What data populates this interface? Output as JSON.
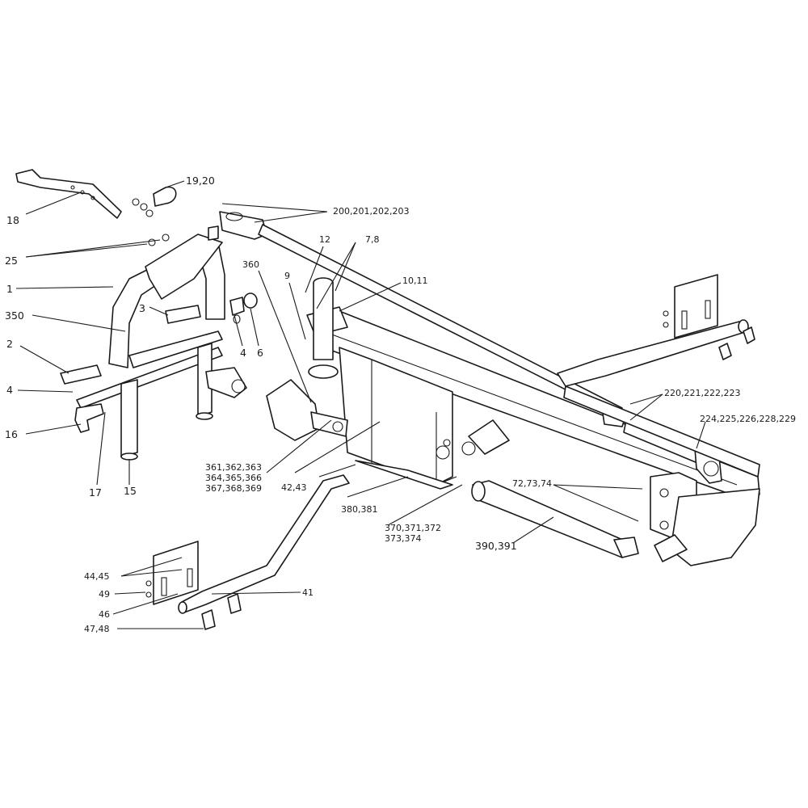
{
  "labels": {
    "l_19_20": "19,20",
    "l_18": "18",
    "l_25": "25",
    "l_1": "1",
    "l_350": "350",
    "l_3": "3",
    "l_2": "2",
    "l_4a": "4",
    "l_4b": "4",
    "l_6": "6",
    "l_16": "16",
    "l_17": "17",
    "l_15": "15",
    "l_200": "200,201,202,203",
    "l_12": "12",
    "l_7_8": "7,8",
    "l_360": "360",
    "l_9": "9",
    "l_10_11": "10,11",
    "l_220": "220,221,222,223",
    "l_224": "224,225,226,228,229",
    "l_361": "361,362,363",
    "l_364": "364,365,366",
    "l_367": "367,368,369",
    "l_42_43": "42,43",
    "l_380": "380,381",
    "l_72": "72,73,74",
    "l_370": "370,371,372",
    "l_373": "373,374",
    "l_390": "390,391",
    "l_44_45": "44,45",
    "l_49": "49",
    "l_46": "46",
    "l_47_48": "47,48",
    "l_41": "41"
  }
}
